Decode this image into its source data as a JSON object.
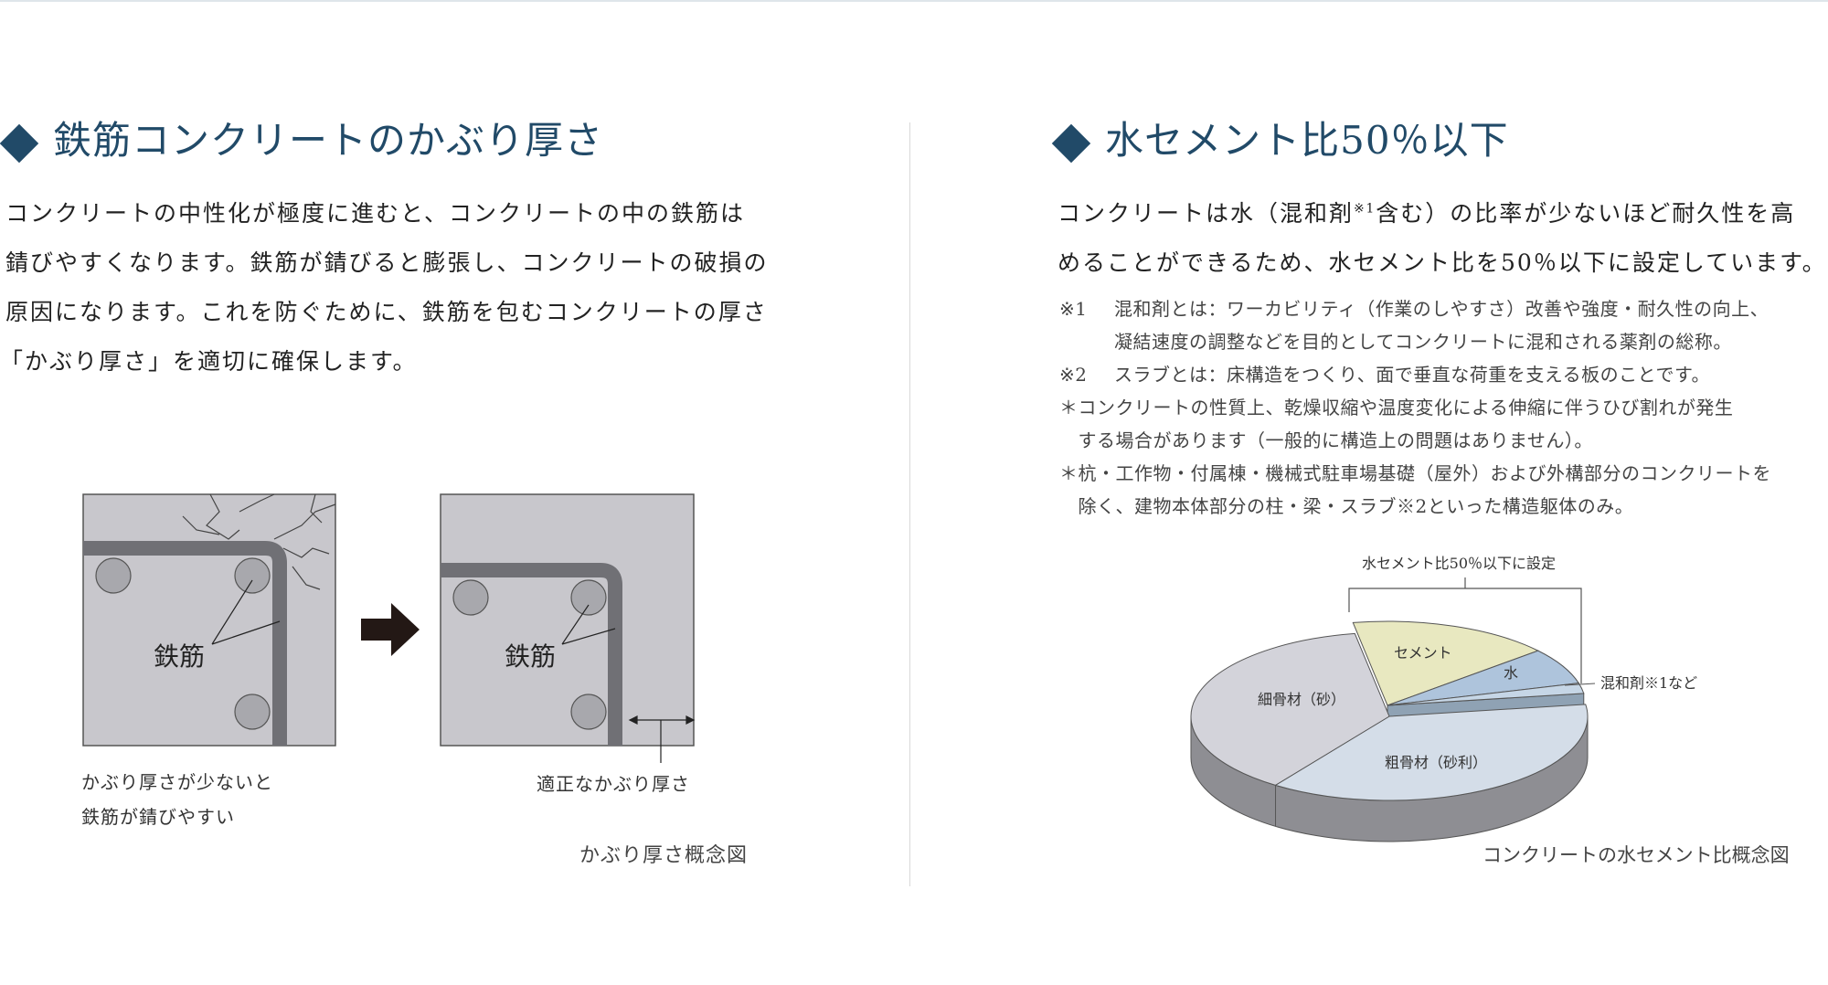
{
  "left": {
    "heading": "鉄筋コンクリートのかぶり厚さ",
    "body_lines": [
      "コンクリートの中性化が極度に進むと、コンクリートの中の鉄筋は",
      "錆びやすくなります。鉄筋が錆びると膨張し、コンクリートの破損の",
      "原因になります。これを防ぐために、鉄筋を包むコンクリートの厚さ",
      "「かぶり厚さ」を適切に確保します。"
    ],
    "diagram": {
      "rebar_label_1": "鉄筋",
      "rebar_label_2": "鉄筋",
      "bad_caption_1": "かぶり厚さが少ないと",
      "bad_caption_2": "鉄筋が錆びやすい",
      "good_caption": "適正なかぶり厚さ",
      "title": "かぶり厚さ概念図"
    }
  },
  "right": {
    "heading": "水セメント比50％以下",
    "body_line_1a": "コンクリートは水（混和剤",
    "body_line_1_sup": "※1",
    "body_line_1b": "含む）の比率が少ないほど耐久性を高",
    "body_line_2": "めることができるため、水セメント比を50％以下に設定しています。",
    "notes": [
      {
        "mark": "※1",
        "text": "混和剤とは：ワーカビリティ（作業のしやすさ）改善や強度・耐久性の向上、"
      },
      {
        "mark": "",
        "text": "凝結速度の調整などを目的としてコンクリートに混和される薬剤の総称。"
      },
      {
        "mark": "※2",
        "text": "スラブとは：床構造をつくり、面で垂直な荷重を支える板のことです。"
      },
      {
        "mark": "",
        "text": "＊コンクリートの性質上、乾燥収縮や温度変化による伸縮に伴うひび割れが発生"
      },
      {
        "mark": "",
        "text": "　する場合があります（一般的に構造上の問題はありません）。"
      },
      {
        "mark": "",
        "text": "＊杭・工作物・付属棟・機械式駐車場基礎（屋外）および外構部分のコンクリートを"
      },
      {
        "mark": "",
        "text": "　除く、建物本体部分の柱・梁・スラブ※2といった構造躯体のみ。"
      }
    ]
  },
  "chart_data": {
    "type": "pie",
    "title": "コンクリートの水セメント比概念図",
    "annotation": "水セメント比50％以下に設定",
    "slices": [
      {
        "label": "セメント",
        "value": 16.5,
        "color": "#e8e8c0",
        "exploded": true
      },
      {
        "label": "水",
        "value": 7,
        "color": "#aec4dc",
        "exploded": true
      },
      {
        "label": "混和剤※1など",
        "value": 2,
        "color": "#c6d6e6",
        "exploded": true
      },
      {
        "label": "粗骨材（砂利）",
        "value": 37,
        "color": "#d4dde8",
        "exploded": false
      },
      {
        "label": "細骨材（砂）",
        "value": 37.5,
        "color": "#d3d3da",
        "exploded": false
      }
    ]
  },
  "colors": {
    "accent": "#214a68",
    "concrete": "#c8c7cc",
    "rebar": "#707075"
  }
}
